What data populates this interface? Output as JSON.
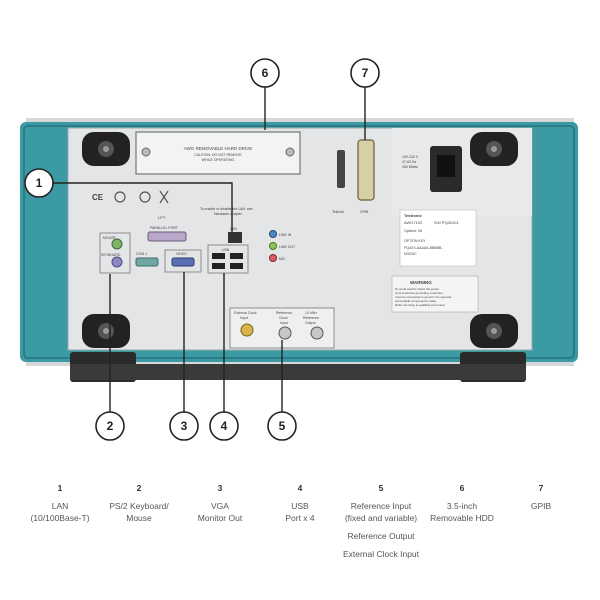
{
  "device": {
    "hdd_slot_line1": "AWG REMOVABLE HARD DRIVE",
    "hdd_slot_line2": "CAUTION: DO NOT REMOVE",
    "hdd_slot_line3": "WHILE OPERATING",
    "lpt_label": "LPT",
    "parallel_port_label": "PARALLEL PORT",
    "lan_note_line1": "To enable or disable the LAN, see",
    "lan_note_line2": "Hardware chapter",
    "mouse_label": "MOUSE",
    "keyboard_label": "KEYBOARD",
    "com_label": "COM 1",
    "video_label": "VIDEO",
    "lan_label": "LAN",
    "usb_label": "USB",
    "line_in_label": "LINE IN",
    "line_out_label": "LINE OUT",
    "mic_label": "MIC",
    "ext_clock_label1": "External Clock",
    "ext_clock_label2": "Input",
    "ref_clock_label1": "Reference",
    "ref_clock_label2": "Clock",
    "ref_clock_label3": "Input",
    "ref_out_label1": "10 MHz",
    "ref_out_label2": "Reference",
    "ref_out_label3": "Output",
    "taplink_label": "TekLink",
    "gpib_label": "GPIB",
    "power_label1": "100-240 V",
    "power_label2": "47-63 Hz",
    "power_label3": "450 Watts",
    "brand": "Tektronix",
    "model": "AWG7102",
    "serial": "S/N PQ40101",
    "options": "Options: 06",
    "option_key_title": "OPTION KEY",
    "option_key_value1": "PQ4XX-AAAAA-BBBBB-",
    "option_key_value2": "DDDDC",
    "warning_title": "WARNING",
    "warning_text1": "To avoid electric shock the power",
    "warning_text2": "cord protective grounding conductor",
    "warning_text3": "must be connected to ground. No operator",
    "warning_text4": "serviceable components inside.",
    "warning_text5": "Refer servicing to qualified personnel."
  },
  "callouts": [
    {
      "num": "1"
    },
    {
      "num": "2"
    },
    {
      "num": "3"
    },
    {
      "num": "4"
    },
    {
      "num": "5"
    },
    {
      "num": "6"
    },
    {
      "num": "7"
    }
  ],
  "legend": [
    {
      "num": "1",
      "lines": [
        "LAN",
        "(10/100Base-T)"
      ]
    },
    {
      "num": "2",
      "lines": [
        "PS/2 Keyboard/",
        "Mouse"
      ]
    },
    {
      "num": "3",
      "lines": [
        "VGA",
        "Monitor Out"
      ]
    },
    {
      "num": "4",
      "lines": [
        "USB",
        "Port x 4"
      ]
    },
    {
      "num": "5",
      "lines": [
        "Reference Input",
        "(fixed and variable)",
        "",
        "Reference Output",
        "",
        "External Clock Input"
      ]
    },
    {
      "num": "6",
      "lines": [
        "3.5-inch",
        "Removable HDD"
      ]
    },
    {
      "num": "7",
      "lines": [
        "GPIB"
      ]
    }
  ]
}
